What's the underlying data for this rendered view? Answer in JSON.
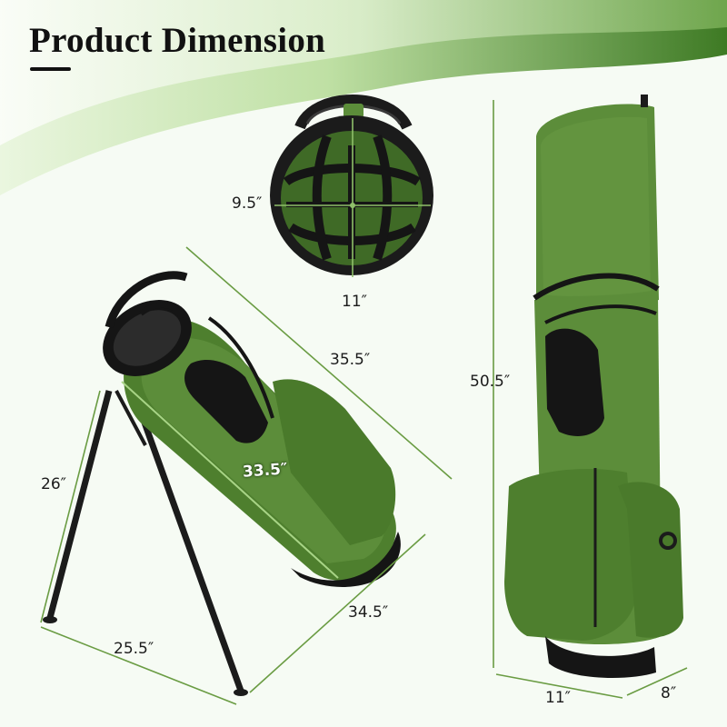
{
  "title": "Product Dimension",
  "colors": {
    "bag_green": "#5c8d3a",
    "bag_dark": "#3f6a26",
    "bag_black": "#1b1b1b",
    "accent_line": "#6a9c43",
    "banner_green": "#4a7f2c",
    "background": "#f6fbf4"
  },
  "dimensions": {
    "top_width": "9.5″",
    "top_depth": "11″",
    "diagonal_length": "35.5″",
    "inner_length": "33.5″",
    "leg_height": "26″",
    "stand_spread": "25.5″",
    "base_length": "34.5″",
    "height": "50.5″",
    "base_width": "11″",
    "base_depth": "8″"
  }
}
